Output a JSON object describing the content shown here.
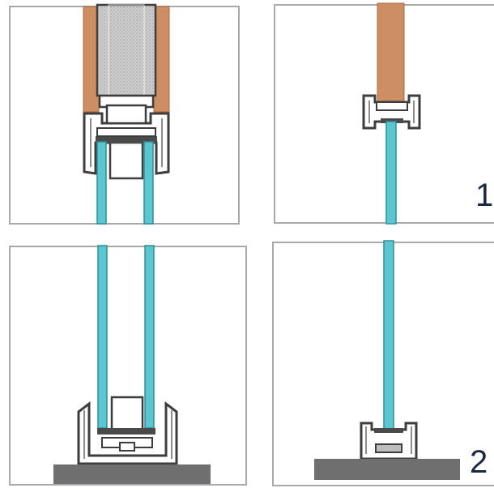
{
  "figure": {
    "panels": [
      {
        "id": "top-left",
        "description_key": "double-glass-head-detail"
      },
      {
        "id": "top-right",
        "description_key": "single-glass-head-detail"
      },
      {
        "id": "bottom-left",
        "description_key": "double-glass-floor-detail"
      },
      {
        "id": "bottom-right",
        "description_key": "single-glass-floor-detail"
      }
    ],
    "labels": {
      "one": "1",
      "two": "2"
    }
  },
  "colors": {
    "panel_border": "#a7a9ac",
    "wood": "#cd8e64",
    "wood_edge": "#a8693f",
    "glass": "#5bc6cf",
    "glass_edge": "#2e8f98",
    "profile_fill": "#ffffff",
    "profile_stroke": "#3d3d3d",
    "profile_inner": "#8c8c8c",
    "insulation": "#c4c4c4",
    "floor": "#6f6f6f",
    "label": "#1a2a44"
  }
}
